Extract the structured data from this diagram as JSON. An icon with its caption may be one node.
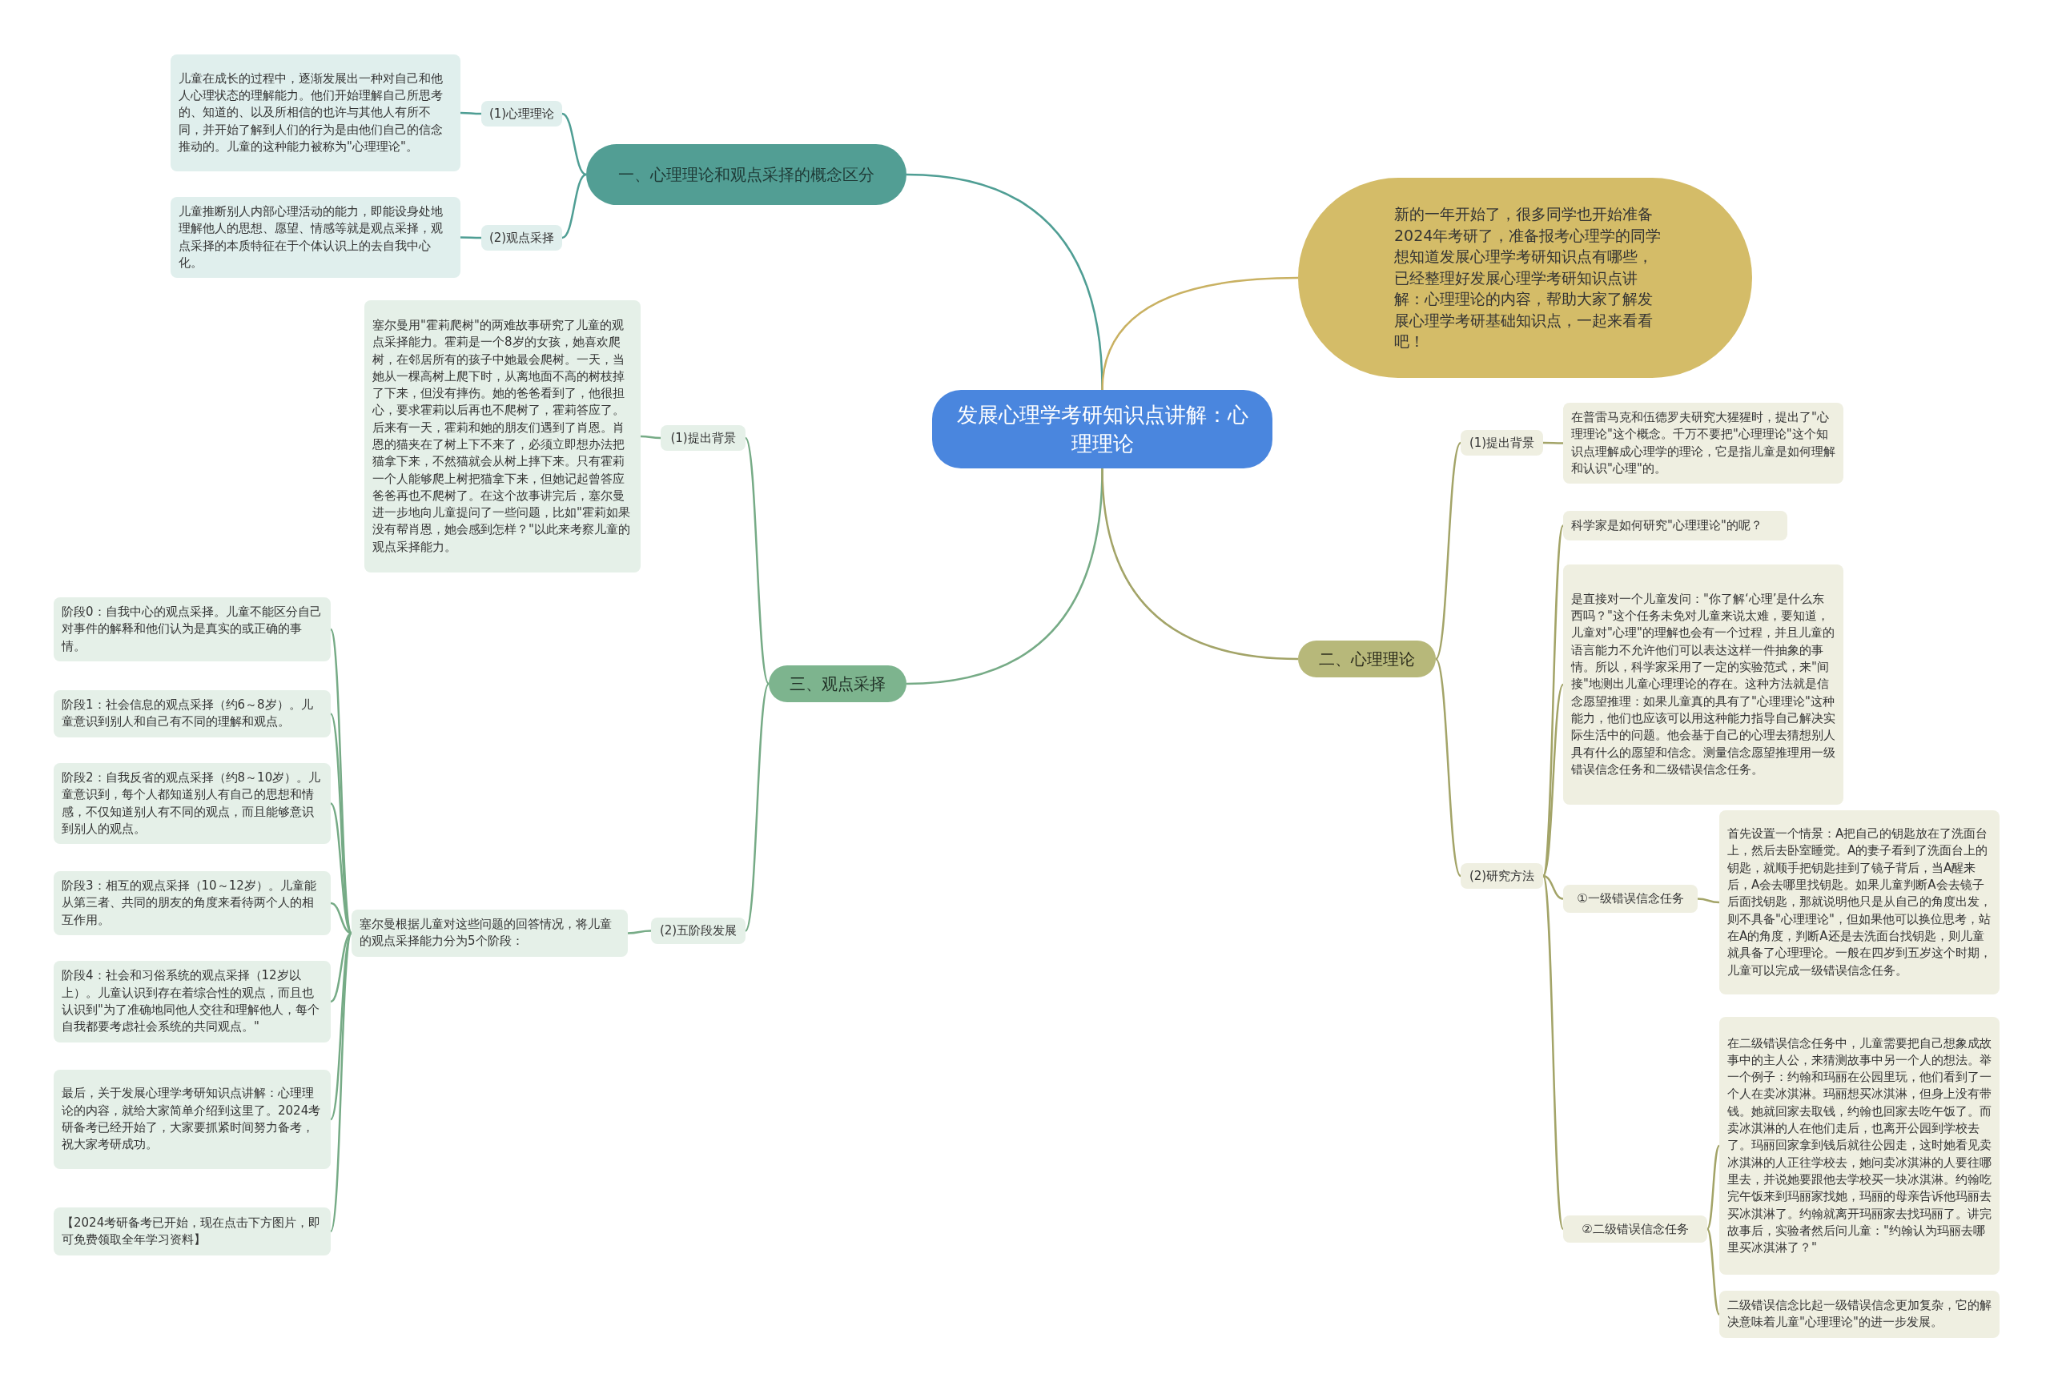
{
  "diagram": {
    "nodes": [
      {
        "text": [
          "发展心理学考研知识点讲解：心理理论"
        ]
      },
      {
        "text": [
          "一、心理理论和观点采择的概念区分"
        ]
      },
      {
        "text": [
          "(1)心理理论"
        ]
      },
      {
        "text": [
          "儿童在成长的过程中，逐渐发展出一种对自己和他人心理状态的理解能力。他们开始理解自己所思考的、知道的、以及所相信的也许与其他人有所不同，并开始了解到人们的行为是由他们自己的信念推动的。儿童的这种能力被称为\"心理理论\"。"
        ]
      },
      {
        "text": [
          "(2)观点采择"
        ]
      },
      {
        "text": [
          "儿童推断别人内部心理活动的能力，即能设身处地理解他人的思想、愿望、情感等就是观点采择，观点采择的本质特征在于个体认识上的去自我中心化。"
        ]
      },
      {
        "text": [
          "新的一年开始了，很多同学也开始准备2024年考研了，准备报考心理学的同学想知道发展心理学考研知识点有哪些，已经整理好发展心理学考研知识点讲解：心理理论的内容，帮助大家了解发展心理学考研基础知识点，一起来看看吧！"
        ]
      },
      {
        "text": [
          "三、观点采择"
        ]
      },
      {
        "text": [
          "(1)提出背景"
        ]
      },
      {
        "text": [
          "塞尔曼用\"霍莉爬树\"的两难故事研究了儿童的观点采择能力。霍莉是一个8岁的女孩，她喜欢爬树，在邻居所有的孩子中她最会爬树。一天，当她从一棵高树上爬下时，从离地面不高的树枝掉了下来，但没有摔伤。她的爸爸看到了，他很担心，要求霍莉以后再也不爬树了，霍莉答应了。后来有一天，霍莉和她的朋友们遇到了肖恩。肖恩的猫夹在了树上下不来了，必须立即想办法把猫拿下来，不然猫就会从树上摔下来。只有霍莉一个人能够爬上树把猫拿下来，但她记起曾答应爸爸再也不爬树了。在这个故事讲完后，塞尔曼进一步地向儿童提问了一些问题，比如\"霍莉如果没有帮肖恩，她会感到怎样？\"以此来考察儿童的观点采择能力。"
        ]
      },
      {
        "text": [
          "(2)五阶段发展"
        ]
      },
      {
        "text": [
          "塞尔曼根据儿童对这些问题的回答情况，将儿童的观点采择能力分为5个阶段："
        ]
      },
      {
        "text": [
          "阶段0：自我中心的观点采择。儿童不能区分自己对事件的解释和他们认为是真实的或正确的事情。"
        ]
      },
      {
        "text": [
          "阶段1：社会信息的观点采择（约6～8岁）。儿童意识到别人和自己有不同的理解和观点。"
        ]
      },
      {
        "text": [
          "阶段2：自我反省的观点采择（约8～10岁）。儿童意识到，每个人都知道别人有自己的思想和情感，不仅知道别人有不同的观点，而且能够意识到别人的观点。"
        ]
      },
      {
        "text": [
          "阶段3：相互的观点采择（10～12岁）。儿童能从第三者、共同的朋友的角度来看待两个人的相互作用。"
        ]
      },
      {
        "text": [
          "阶段4：社会和习俗系统的观点采择（12岁以上）。儿童认识到存在着综合性的观点，而且也认识到\"为了准确地同他人交往和理解他人，每个自我都要考虑社会系统的共同观点。\""
        ]
      },
      {
        "text": [
          "最后，关于发展心理学考研知识点讲解：心理理论的内容，就给大家简单介绍到这里了。2024考研备考已经开始了，大家要抓紧时间努力备考，祝大家考研成功。"
        ]
      },
      {
        "text": [
          "【2024考研备考已开始，现在点击下方图片，即可免费领取全年学习资料】"
        ]
      },
      {
        "text": [
          "二、心理理论"
        ]
      },
      {
        "text": [
          "(1)提出背景"
        ]
      },
      {
        "text": [
          "在普雷马克和伍德罗夫研究大猩猩时，提出了\"心理理论\"这个概念。千万不要把\"心理理论\"这个知识点理解成心理学的理论，它是指儿童是如何理解和认识\"心理\"的。"
        ]
      },
      {
        "text": [
          "(2)研究方法"
        ]
      },
      {
        "text": [
          "科学家是如何研究\"心理理论\"的呢？"
        ]
      },
      {
        "text": [
          "是直接对一个儿童发问：\"你了解‘心理’是什么东西吗？\"这个任务未免对儿童来说太难，要知道，儿童对\"心理\"的理解也会有一个过程，并且儿童的语言能力不允许他们可以表达这样一件抽象的事情。所以，科学家采用了一定的实验范式，来\"间接\"地测出儿童心理理论的存在。这种方法就是信念愿望推理：如果儿童真的具有了\"心理理论\"这种能力，他们也应该可以用这种能力指导自己解决实际生活中的问题。他会基于自己的心理去猜想别人具有什么的愿望和信念。测量信念愿望推理用一级错误信念任务和二级错误信念任务。"
        ]
      },
      {
        "text": [
          "①一级错误信念任务"
        ]
      },
      {
        "text": [
          "首先设置一个情景：A把自己的钥匙放在了洗面台上，然后去卧室睡觉。A的妻子看到了洗面台上的钥匙，就顺手把钥匙挂到了镜子背后，当A醒来后，A会去哪里找钥匙。如果儿童判断A会去镜子后面找钥匙，那就说明他只是从自己的角度出发，则不具备\"心理理论\"，但如果他可以换位思考，站在A的角度，判断A还是去洗面台找钥匙，则儿童就具备了心理理论。一般在四岁到五岁这个时期，儿童可以完成一级错误信念任务。"
        ]
      },
      {
        "text": [
          "②二级错误信念任务"
        ]
      },
      {
        "text": [
          "在二级错误信念任务中，儿童需要把自己想象成故事中的主人公，来猜测故事中另一个人的想法。举一个例子：约翰和玛丽在公园里玩，他们看到了一个人在卖冰淇淋。玛丽想买冰淇淋，但身上没有带钱。她就回家去取钱，约翰也回家去吃午饭了。而卖冰淇淋的人在他们走后，也离开公园到学校去了。玛丽回家拿到钱后就往公园走，这时她看见卖冰淇淋的人正往学校去，她问卖冰淇淋的人要往哪里去，并说她要跟他去学校买一块冰淇淋。约翰吃完午饭来到玛丽家找她，玛丽的母亲告诉他玛丽去买冰淇淋了。约翰就离开玛丽家去找玛丽了。讲完故事后，实验者然后问儿童：\"约翰认为玛丽去哪里买冰淇淋了？\""
        ]
      },
      {
        "text": [
          "二级错误信念比起一级错误信念更加复杂，它的解决意味着儿童\"心理理论\"的进一步发展。"
        ]
      }
    ],
    "edges": [
      {
        "from": 0,
        "to": 1,
        "arrow": "none",
        "color": "#4f9e94"
      },
      {
        "from": 1,
        "to": 2,
        "arrow": "none",
        "color": "#4f9e94"
      },
      {
        "from": 2,
        "to": 3,
        "arrow": "none",
        "color": "#4f9e94"
      },
      {
        "from": 1,
        "to": 4,
        "arrow": "none",
        "color": "#4f9e94"
      },
      {
        "from": 4,
        "to": 5,
        "arrow": "none",
        "color": "#4f9e94"
      },
      {
        "from": 0,
        "to": 6,
        "arrow": "none",
        "color": "#c9b162"
      },
      {
        "from": 0,
        "to": 7,
        "arrow": "none"
      },
      {
        "from": 7,
        "to": 8,
        "arrow": "none"
      },
      {
        "from": 8,
        "to": 9,
        "arrow": "none"
      },
      {
        "from": 7,
        "to": 10,
        "arrow": "none"
      },
      {
        "from": 10,
        "to": 11,
        "arrow": "none"
      },
      {
        "from": 11,
        "to": 12,
        "arrow": "none"
      },
      {
        "from": 11,
        "to": 13,
        "arrow": "none"
      },
      {
        "from": 11,
        "to": 14,
        "arrow": "none"
      },
      {
        "from": 11,
        "to": 15,
        "arrow": "none"
      },
      {
        "from": 11,
        "to": 16,
        "arrow": "none"
      },
      {
        "from": 11,
        "to": 17,
        "arrow": "none"
      },
      {
        "from": 11,
        "to": 18,
        "arrow": "none"
      },
      {
        "from": 0,
        "to": 19,
        "arrow": "none",
        "color": "#a3a468"
      },
      {
        "from": 19,
        "to": 20,
        "arrow": "none",
        "color": "#a3a468"
      },
      {
        "from": 20,
        "to": 21,
        "arrow": "none",
        "color": "#a3a468"
      },
      {
        "from": 19,
        "to": 22,
        "arrow": "none",
        "color": "#a3a468"
      },
      {
        "from": 22,
        "to": 23,
        "arrow": "none",
        "color": "#a3a468"
      },
      {
        "from": 22,
        "to": 24,
        "arrow": "none",
        "color": "#a3a468"
      },
      {
        "from": 22,
        "to": 25,
        "arrow": "none",
        "color": "#a3a468"
      },
      {
        "from": 25,
        "to": 26,
        "arrow": "none",
        "color": "#a3a468"
      },
      {
        "from": 22,
        "to": 27,
        "arrow": "none",
        "color": "#a3a468"
      },
      {
        "from": 27,
        "to": 28,
        "arrow": "none",
        "color": "#a3a468"
      },
      {
        "from": 27,
        "to": 29,
        "arrow": "none",
        "color": "#a3a468"
      }
    ]
  }
}
